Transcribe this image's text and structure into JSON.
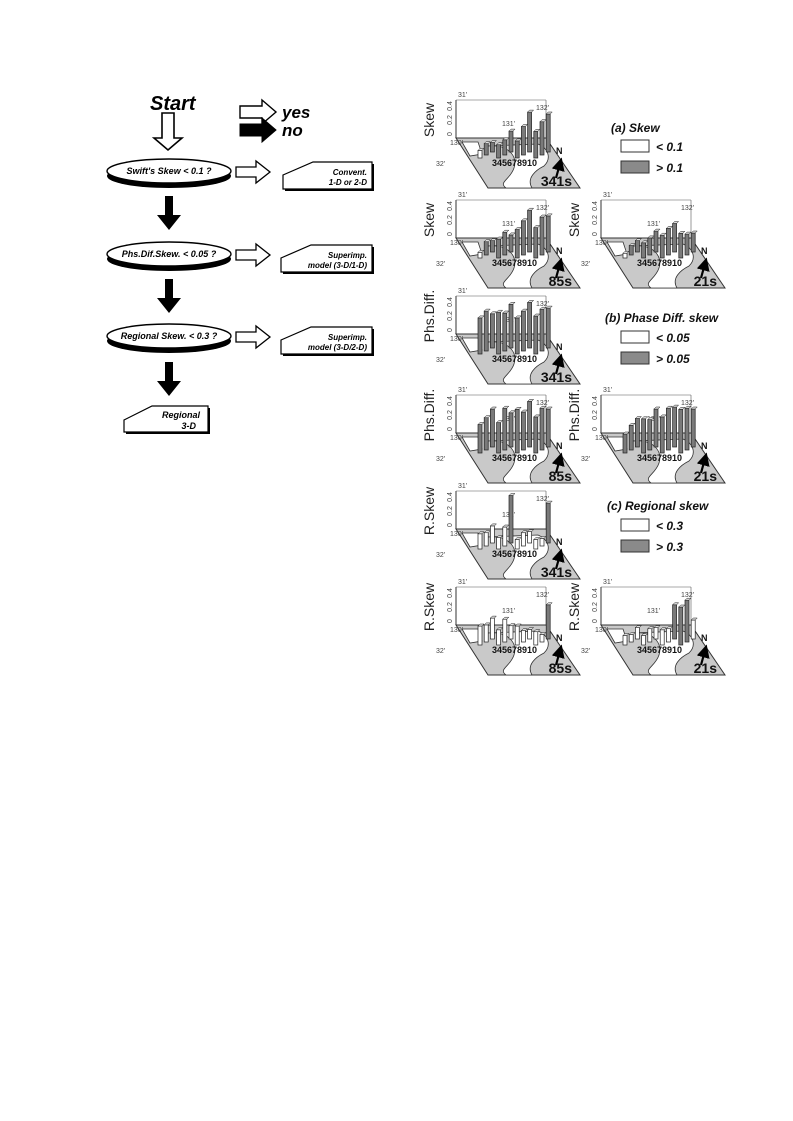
{
  "flow": {
    "start": "Start",
    "yes": "yes",
    "no": "no",
    "q1": "Swift's Skew < 0.1 ?",
    "q2": "Phs.Dif.Skew. < 0.05 ?",
    "q3": "Regional Skew. < 0.3 ?",
    "r1": [
      "Convent.",
      "1-D or 2-D"
    ],
    "r2": [
      "Superimp.",
      "model (3-D/1-D)"
    ],
    "r3": [
      "Superimp.",
      "model (3-D/2-D)"
    ],
    "r4": [
      "Regional",
      "3-D"
    ]
  },
  "ticks": {
    "z": [
      "0.4",
      "0.2",
      "0"
    ],
    "lon": [
      "130'",
      "131'",
      "132'"
    ],
    "lat": [
      "31'",
      "32'"
    ],
    "north": "N",
    "stations": "345678910"
  },
  "legends": [
    {
      "title": "(a) Skew",
      "items": [
        "< 0.1",
        "> 0.1"
      ]
    },
    {
      "title": "(b) Phase Diff. skew",
      "items": [
        "< 0.05",
        "> 0.05"
      ]
    },
    {
      "title": "(c) Regional skew",
      "items": [
        "< 0.3",
        "> 0.3"
      ]
    }
  ],
  "colors": {
    "below": "#ffffff",
    "above": "#7a7a7a",
    "map": "#c9c9c9",
    "land": "#ffffff"
  },
  "panels": [
    {
      "ylabel": "Skew",
      "period": "341s",
      "bars": [
        0.08,
        0.12,
        0.1,
        0.14,
        0.16,
        0.22,
        0.18,
        0.3,
        0.42,
        0.28,
        0.35,
        0.4
      ],
      "threshold": 0.1
    },
    {
      "ylabel": "Skew",
      "period": "85s",
      "bars": [
        0.06,
        0.14,
        0.12,
        0.2,
        0.24,
        0.18,
        0.3,
        0.36,
        0.44,
        0.32,
        0.4,
        0.38
      ],
      "threshold": 0.1
    },
    {
      "ylabel": "Skew",
      "period": "21s",
      "bars": [
        0.05,
        0.1,
        0.12,
        0.16,
        0.18,
        0.22,
        0.24,
        0.28,
        0.3,
        0.26,
        0.22,
        0.2
      ],
      "threshold": 0.1
    },
    {
      "ylabel": "Phs.Diff.",
      "period": "341s",
      "bars": [
        0.38,
        0.42,
        0.36,
        0.44,
        0.4,
        0.46,
        0.38,
        0.42,
        0.48,
        0.4,
        0.44,
        0.42
      ],
      "threshold": 0.05
    },
    {
      "ylabel": "Phs.Diff.",
      "period": "85s",
      "bars": [
        0.3,
        0.34,
        0.4,
        0.32,
        0.44,
        0.36,
        0.46,
        0.4,
        0.48,
        0.38,
        0.44,
        0.4
      ],
      "threshold": 0.05
    },
    {
      "ylabel": "Phs.Diff.",
      "period": "21s",
      "bars": [
        0.2,
        0.26,
        0.3,
        0.36,
        0.32,
        0.4,
        0.38,
        0.44,
        0.42,
        0.46,
        0.44,
        0.4
      ],
      "threshold": 0.05
    },
    {
      "ylabel": "R.Skew",
      "period": "341s",
      "bars": [
        0.16,
        0.14,
        0.18,
        0.12,
        0.2,
        0.52,
        0.1,
        0.14,
        0.12,
        0.1,
        0.08,
        0.42
      ],
      "threshold": 0.3
    },
    {
      "ylabel": "R.Skew",
      "period": "85s",
      "bars": [
        0.2,
        0.18,
        0.22,
        0.16,
        0.24,
        0.14,
        0.2,
        0.12,
        0.1,
        0.14,
        0.08,
        0.36
      ],
      "threshold": 0.3
    },
    {
      "ylabel": "R.Skew",
      "period": "21s",
      "bars": [
        0.1,
        0.08,
        0.12,
        0.1,
        0.14,
        0.12,
        0.16,
        0.14,
        0.36,
        0.4,
        0.44,
        0.2
      ],
      "threshold": 0.3
    }
  ]
}
